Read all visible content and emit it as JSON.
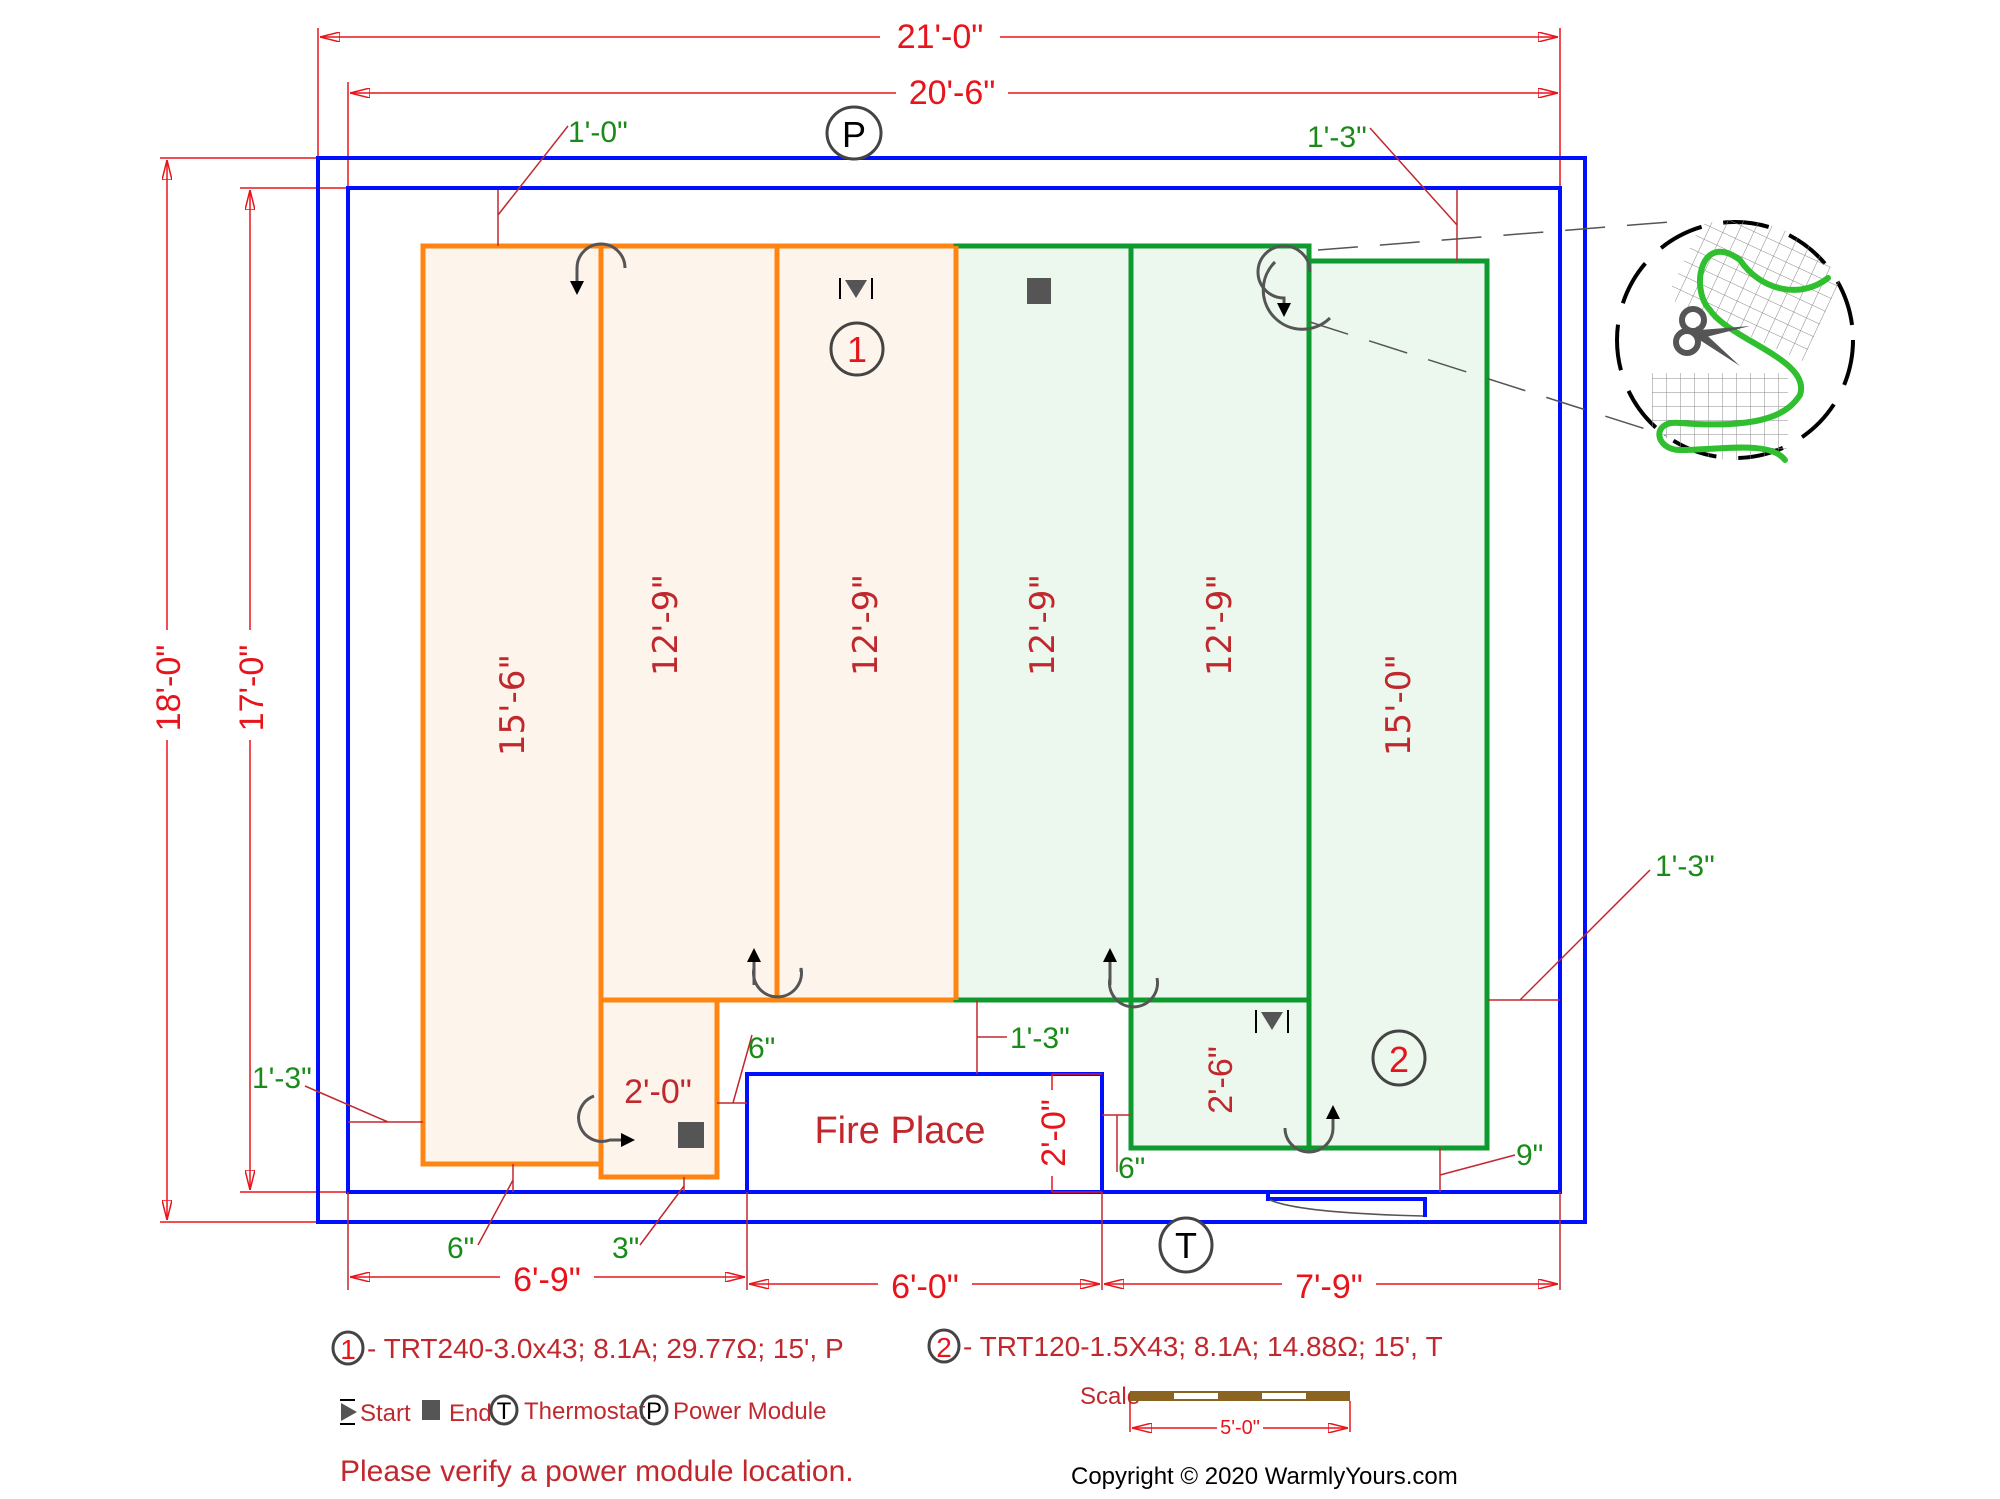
{
  "colors": {
    "wall": "#0010ff",
    "dimension": "#e8141b",
    "offset_dimension": "#1a8a1a",
    "mat1_stroke": "#ff8412",
    "mat1_fill": "#fdf4ec",
    "mat2_stroke": "#0e9a2e",
    "mat2_fill": "#ecf7ee",
    "label": "#c0282e",
    "marker": "#555555",
    "scale_bar": "#8a6420"
  },
  "overall_dims": {
    "outer_width": "21'-0\"",
    "inner_width": "20'-6\"",
    "outer_height": "18'-0\"",
    "inner_height": "17'-0\"",
    "bottom_left": "6'-9\"",
    "bottom_mid": "6'-0\"",
    "bottom_right": "7'-9\""
  },
  "offsets": {
    "top_left": "1'-0\"",
    "top_right": "1'-3\"",
    "left": "1'-3\"",
    "right": "1'-3\"",
    "bottom_left_a": "6\"",
    "bottom_left_b": "3\"",
    "fireplace_left": "6\"",
    "fireplace_top": "1'-3\"",
    "fireplace_right": "6\"",
    "bottom_right": "9\""
  },
  "panels": [
    {
      "id": "p1",
      "mat": 1,
      "length": "15'-6\""
    },
    {
      "id": "p2",
      "mat": 1,
      "length": "12'-9\""
    },
    {
      "id": "p3",
      "mat": 1,
      "length": "12'-9\""
    },
    {
      "id": "p4",
      "mat": 1,
      "length": "2'-0\""
    },
    {
      "id": "p5",
      "mat": 2,
      "length": "12'-9\""
    },
    {
      "id": "p6",
      "mat": 2,
      "length": "12'-9\""
    },
    {
      "id": "p7",
      "mat": 2,
      "length": "15'-0\""
    },
    {
      "id": "p8",
      "mat": 2,
      "length": "2'-6\""
    }
  ],
  "fireplace": {
    "label": "Fire Place",
    "depth": "2'-0\""
  },
  "symbols": {
    "power_module": "P",
    "thermostat": "T",
    "mat1_number": "1",
    "mat2_number": "2"
  },
  "legend": {
    "mat1": {
      "number": "1",
      "text": "- TRT240-3.0x43; 8.1A; 29.77Ω; 15', P"
    },
    "mat2": {
      "number": "2",
      "text": "- TRT120-1.5X43; 8.1A; 14.88Ω; 15', T"
    },
    "start": "Start",
    "end": "End",
    "thermostat_symbol": "T",
    "thermostat": "Thermostat",
    "power_symbol": "P",
    "power_module": "Power Module",
    "scale_label": "Scale",
    "scale_length": "5'-0\"",
    "warning": "Please verify a power module location.",
    "copyright": "Copyright © 2020 WarmlyYours.com"
  }
}
